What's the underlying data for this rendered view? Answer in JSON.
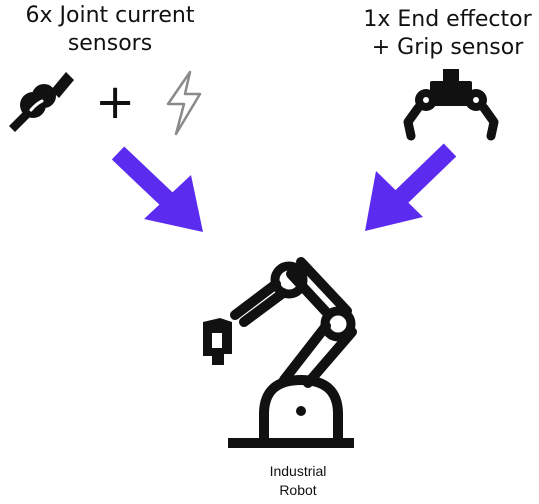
{
  "joint_sensors_title": "6x Joint current\nsensors",
  "end_effector_title": "1x End effector\n+ Grip sensor",
  "plus_sign": "+",
  "robot_label": "Industrial\nRobot",
  "colors": {
    "arrow": "#5b2cf0",
    "icon": "#111111",
    "lightning_icon": "#8a8a8a"
  },
  "icons": [
    "joint-icon",
    "lightning-icon",
    "gripper-icon",
    "industrial-robot-icon"
  ]
}
